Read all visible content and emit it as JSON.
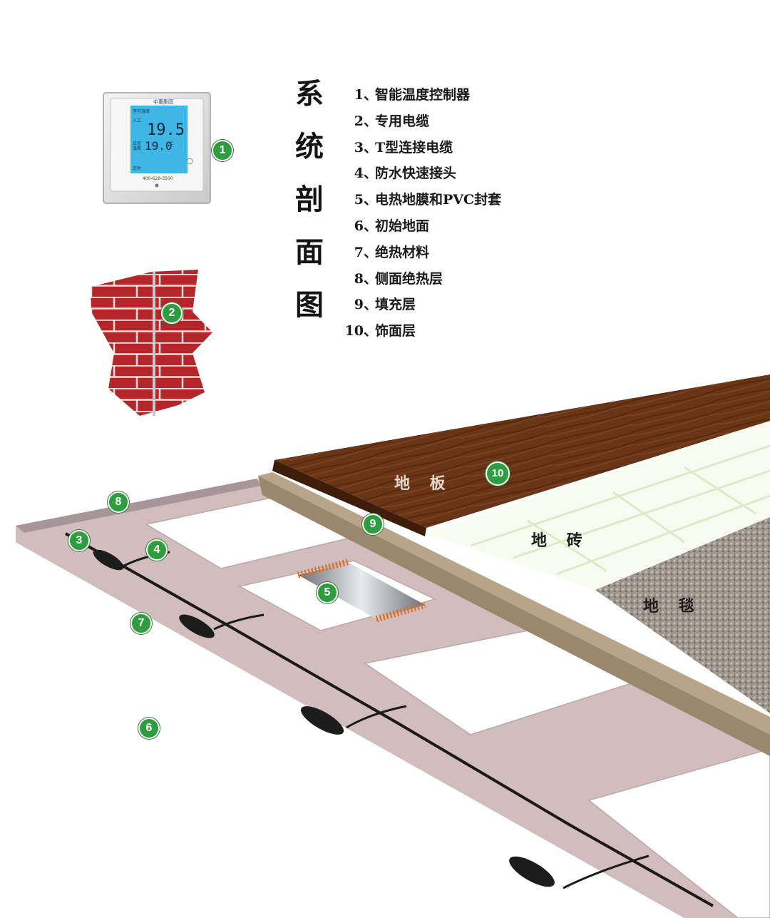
{
  "title_chars": [
    "系",
    "统",
    "剖",
    "面",
    "图"
  ],
  "legend": [
    {
      "num": "1",
      "sep": "、",
      "text": "智能温度控制器"
    },
    {
      "num": "2",
      "sep": "、",
      "text": "专用电缆"
    },
    {
      "num": "3",
      "sep": "、",
      "text": "T型连接电缆"
    },
    {
      "num": "4",
      "sep": "、",
      "text": "防水快速接头"
    },
    {
      "num": "5",
      "sep": "、",
      "text": "电热地膜和PVC封套"
    },
    {
      "num": "6",
      "sep": "、",
      "text": "初始地面"
    },
    {
      "num": "7",
      "sep": "、",
      "text": "绝热材料"
    },
    {
      "num": "8",
      "sep": "、",
      "text": "侧面绝热层"
    },
    {
      "num": "9",
      "sep": "、",
      "text": "填充层"
    },
    {
      "num": "10",
      "sep": "、",
      "text": "饰面层"
    }
  ],
  "badges": [
    "1",
    "2",
    "3",
    "4",
    "5",
    "6",
    "7",
    "8",
    "9",
    "10"
  ],
  "floor_labels": {
    "wood": "地 板",
    "tile": "地 砖",
    "carpet": "地 毯"
  },
  "thermostat": {
    "brand": "中惠集团",
    "room_label": "室内温度",
    "mode_label": "人工",
    "room_temp": "19.5",
    "set_label_1": "设定",
    "set_label_2": "温度",
    "set_temp": "19.0",
    "unit": "°C",
    "status_label": "定时",
    "hotline": "400-628-3500"
  },
  "colors": {
    "badge_green": "#2e9d3f",
    "insulation": "#d2bcbd",
    "base_slab": "#6d5e5c",
    "fill_layer": "#9b876c",
    "wood": "#6a3516",
    "brick": "#b5262a",
    "lcd": "#3fb7e6"
  }
}
